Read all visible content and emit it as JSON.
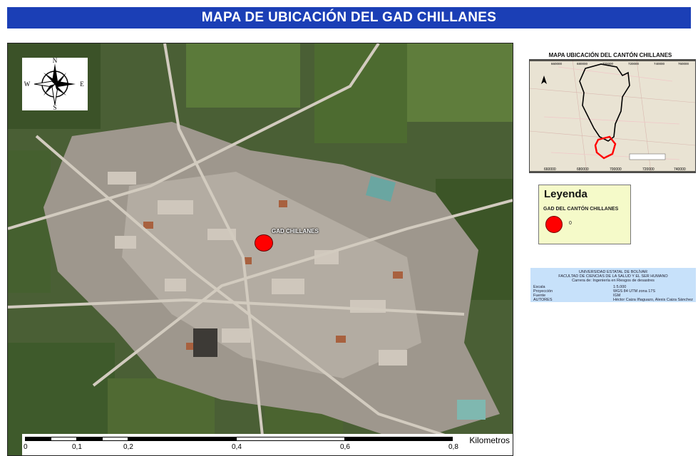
{
  "title": "MAPA DE UBICACIÓN DEL GAD CHILLANES",
  "map": {
    "marker_label": "GAD CHILLANES",
    "compass": {
      "n": "N",
      "s": "S",
      "e": "E",
      "w": "W"
    },
    "scale": {
      "ticks": [
        "0",
        "0,1",
        "0,2",
        "0,4",
        "0,6",
        "0,8"
      ],
      "unit": "Kilometros"
    },
    "colors": {
      "vegetation": "#3f5a2a",
      "urban": "#b8b0a6",
      "roads": "#c9c2b6",
      "marker": "#ff0000"
    }
  },
  "locator": {
    "title": "MAPA UBICACIÓN DEL CANTÓN CHILLANES",
    "x_ticks": [
      "660000",
      "680000",
      "700000",
      "720000",
      "740000",
      "760000"
    ],
    "bottom_ticks": [
      "660000",
      "680000",
      "700000",
      "720000",
      "740000"
    ],
    "colors": {
      "canton_outline": "#000000",
      "gad_outline": "#ff0000"
    }
  },
  "legend": {
    "heading": "Leyenda",
    "subtitle": "GAD DEL CANTÓN CHILLANES",
    "item_label": "0"
  },
  "info": {
    "header_lines": [
      "UNIVERSIDAD ESTATAL DE BOLÍVAR",
      "FACULTAD DE CIENCIAS DE LA SALUD Y EL SER HUMANO",
      "Carrera de: Ingeniería en Riesgos de desastres"
    ],
    "rows": [
      {
        "label": "Escala",
        "value": "1:5.000"
      },
      {
        "label": "Proyección",
        "value": "WGS 84 UTM zona 17S"
      },
      {
        "label": "Fuente",
        "value": "IGM"
      },
      {
        "label": "AUTORES",
        "value": "Héctor Caiza Iñaguazo, Alexis Caiza Sánchez"
      }
    ]
  }
}
